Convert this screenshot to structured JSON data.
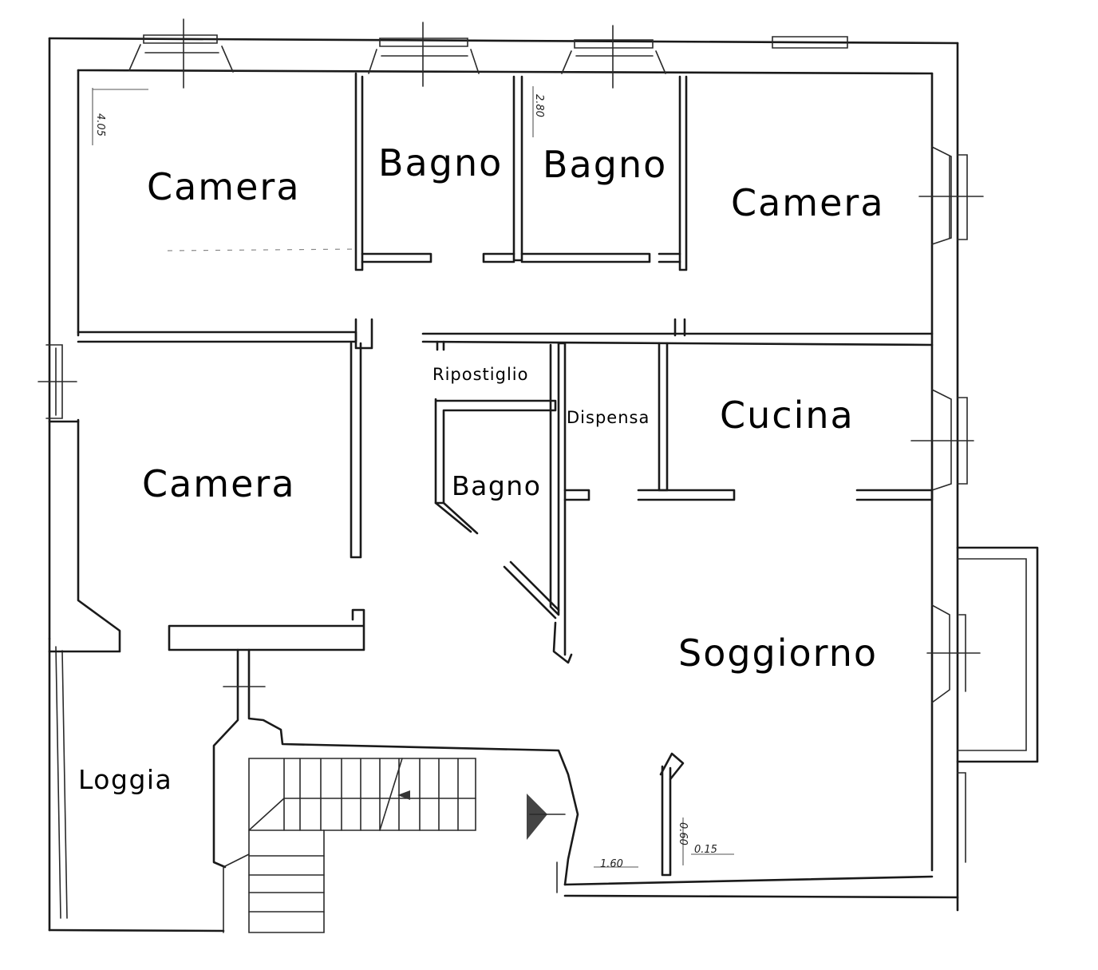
{
  "rooms": {
    "camera_top_left": "Camera",
    "bagno_1": "Bagno",
    "bagno_2": "Bagno",
    "camera_top_right": "Camera",
    "ripostiglio": "Ripostiglio",
    "dispensa": "Dispensa",
    "cucina": "Cucina",
    "camera_mid_left": "Camera",
    "bagno_3": "Bagno",
    "soggiorno": "Soggiorno",
    "loggia": "Loggia"
  },
  "dimensions": {
    "camera_height": "4.05",
    "bagno_height": "2.80",
    "soggiorno_width": "1.60",
    "soggiorno_height": "0.60",
    "soggiorno_depth": "0.15"
  }
}
